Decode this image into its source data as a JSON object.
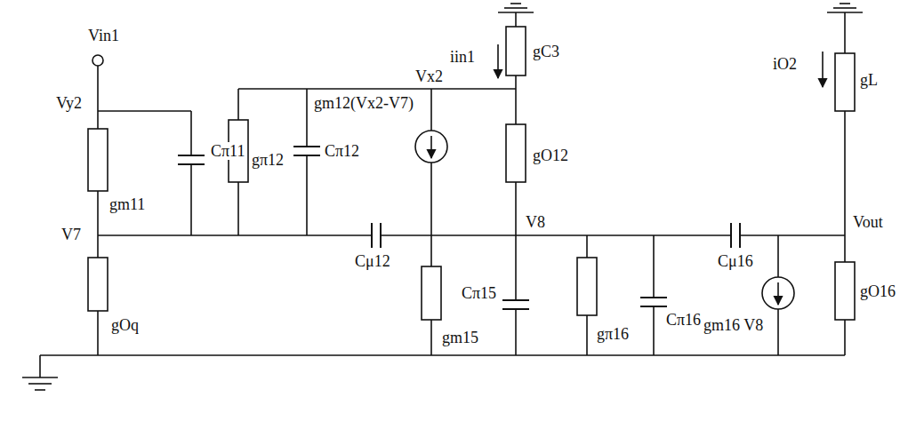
{
  "diagram": {
    "labels": [
      "Vin1",
      "Vy2",
      "Cπ11",
      "Vx2",
      "iin1",
      "gC3",
      "iO2",
      "gL",
      "gm12(Vx2-V7)",
      "gπ12",
      "Cπ12",
      "gm11",
      "V7",
      "Cμ12",
      "gO12",
      "V8",
      "Cπ15",
      "gm15",
      "gπ16",
      "Cπ16",
      "Cμ16",
      "gm16 V8",
      "Vout",
      "gOq",
      "gO16"
    ]
  }
}
